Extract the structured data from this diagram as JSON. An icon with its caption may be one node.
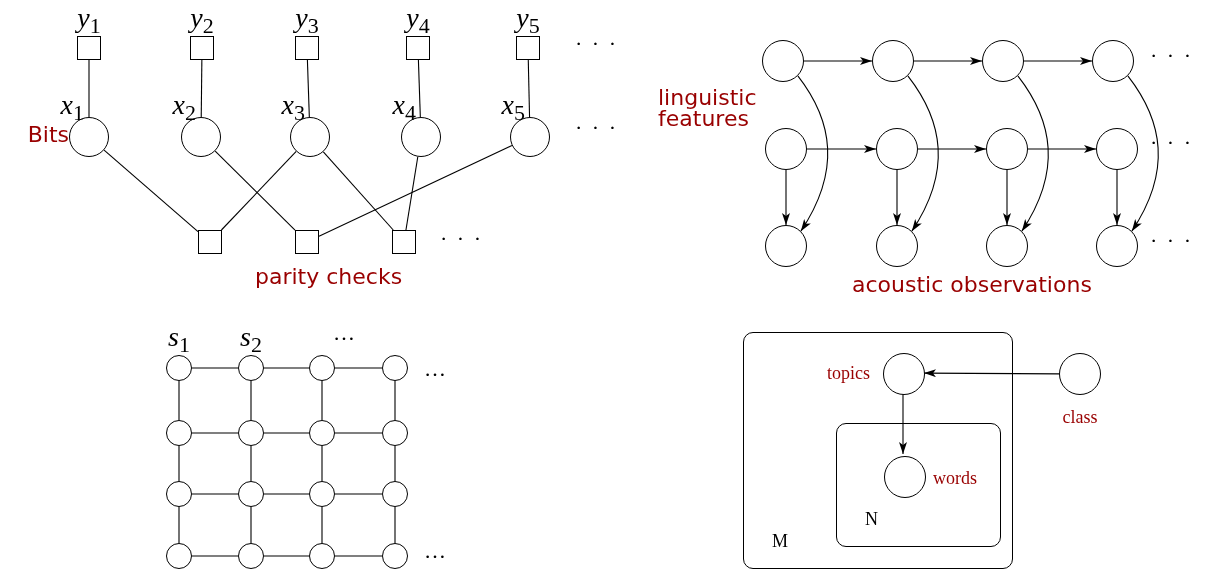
{
  "diagram": {
    "nodes": [
      {
        "text": [],
        "shape": "box",
        "beside": [
          "y$_{1}$"
        ]
      },
      {
        "text": [],
        "shape": "box",
        "beside": [
          "y$_{2}$"
        ]
      },
      {
        "text": [],
        "shape": "box",
        "beside": [
          "y$_{3}$"
        ]
      },
      {
        "text": [],
        "shape": "box",
        "beside": [
          "y$_{4}$"
        ]
      },
      {
        "text": [],
        "shape": "box",
        "beside": [
          "y$_{5}$"
        ]
      },
      {
        "text": [],
        "shape": "circle",
        "beside": [
          "x$_{1}$",
          "Bits"
        ]
      },
      {
        "text": [],
        "shape": "circle",
        "beside": [
          "x$_{2}$"
        ]
      },
      {
        "text": [],
        "shape": "circle",
        "beside": [
          "x$_{3}$"
        ]
      },
      {
        "text": [],
        "shape": "circle",
        "beside": [
          "x$_{4}$"
        ]
      },
      {
        "text": [],
        "shape": "circle",
        "beside": [
          "x$_{5}$"
        ]
      },
      {
        "text": [],
        "shape": "box"
      },
      {
        "text": [],
        "shape": "box"
      },
      {
        "text": [],
        "shape": "box"
      },
      {
        "text": [],
        "shape": "circle"
      },
      {
        "text": [],
        "shape": "circle"
      },
      {
        "text": [],
        "shape": "circle"
      },
      {
        "text": [],
        "shape": "circle"
      },
      {
        "text": [],
        "shape": "circle"
      },
      {
        "text": [],
        "shape": "circle"
      },
      {
        "text": [],
        "shape": "circle"
      },
      {
        "text": [],
        "shape": "circle"
      },
      {
        "text": [],
        "shape": "circle"
      },
      {
        "text": [],
        "shape": "circle"
      },
      {
        "text": [],
        "shape": "circle"
      },
      {
        "text": [],
        "shape": "circle"
      },
      {
        "text": [],
        "shape": "circle",
        "beside": [
          "s$_{1}$"
        ]
      },
      {
        "text": [],
        "shape": "circle",
        "beside": [
          "s$_{2}$"
        ]
      },
      {
        "text": [],
        "shape": "circle"
      },
      {
        "text": [],
        "shape": "circle"
      },
      {
        "text": [],
        "shape": "circle"
      },
      {
        "text": [],
        "shape": "circle"
      },
      {
        "text": [],
        "shape": "circle"
      },
      {
        "text": [],
        "shape": "circle"
      },
      {
        "text": [],
        "shape": "circle"
      },
      {
        "text": [],
        "shape": "circle"
      },
      {
        "text": [],
        "shape": "circle"
      },
      {
        "text": [],
        "shape": "circle"
      },
      {
        "text": [],
        "shape": "circle"
      },
      {
        "text": [],
        "shape": "circle"
      },
      {
        "text": [],
        "shape": "circle"
      },
      {
        "text": [],
        "shape": "circle"
      },
      {
        "text": [
          "M"
        ]
      },
      {
        "text": [],
        "shape": "circle",
        "in": 41,
        "beside": [
          "topics"
        ]
      },
      {
        "text": [
          "N"
        ],
        "in": 41
      },
      {
        "text": [],
        "shape": "circle",
        "in": 43,
        "beside": [
          "words"
        ]
      },
      {
        "text": [],
        "shape": "circle",
        "beside": [
          "class"
        ]
      }
    ],
    "edges": [
      {
        "from": 0,
        "to": 5,
        "arrow": "none"
      },
      {
        "from": 1,
        "to": 6,
        "arrow": "none"
      },
      {
        "from": 2,
        "to": 7,
        "arrow": "none"
      },
      {
        "from": 3,
        "to": 8,
        "arrow": "none"
      },
      {
        "from": 4,
        "to": 9,
        "arrow": "none"
      },
      {
        "from": 5,
        "to": 10,
        "arrow": "none"
      },
      {
        "from": 6,
        "to": 11,
        "arrow": "none"
      },
      {
        "from": 7,
        "to": 10,
        "arrow": "none"
      },
      {
        "from": 7,
        "to": 12,
        "arrow": "none"
      },
      {
        "from": 8,
        "to": 12,
        "arrow": "none"
      },
      {
        "from": 9,
        "to": 11,
        "arrow": "none"
      },
      {
        "from": 13,
        "to": 14,
        "arrow": "to"
      },
      {
        "from": 14,
        "to": 15,
        "arrow": "to"
      },
      {
        "from": 15,
        "to": 16,
        "arrow": "to"
      },
      {
        "from": 17,
        "to": 18,
        "arrow": "to"
      },
      {
        "from": 18,
        "to": 19,
        "arrow": "to"
      },
      {
        "from": 19,
        "to": 20,
        "arrow": "to"
      },
      {
        "from": 17,
        "to": 21,
        "arrow": "to"
      },
      {
        "from": 18,
        "to": 22,
        "arrow": "to"
      },
      {
        "from": 19,
        "to": 23,
        "arrow": "to"
      },
      {
        "from": 20,
        "to": 24,
        "arrow": "to"
      },
      {
        "from": 13,
        "to": 21,
        "arrow": "to"
      },
      {
        "from": 14,
        "to": 22,
        "arrow": "to"
      },
      {
        "from": 15,
        "to": 23,
        "arrow": "to"
      },
      {
        "from": 16,
        "to": 24,
        "arrow": "to"
      },
      {
        "from": 25,
        "to": 26,
        "arrow": "none"
      },
      {
        "from": 26,
        "to": 27,
        "arrow": "none"
      },
      {
        "from": 27,
        "to": 28,
        "arrow": "none"
      },
      {
        "from": 29,
        "to": 30,
        "arrow": "none"
      },
      {
        "from": 30,
        "to": 31,
        "arrow": "none"
      },
      {
        "from": 31,
        "to": 32,
        "arrow": "none"
      },
      {
        "from": 33,
        "to": 34,
        "arrow": "none"
      },
      {
        "from": 34,
        "to": 35,
        "arrow": "none"
      },
      {
        "from": 35,
        "to": 36,
        "arrow": "none"
      },
      {
        "from": 37,
        "to": 38,
        "arrow": "none"
      },
      {
        "from": 38,
        "to": 39,
        "arrow": "none"
      },
      {
        "from": 39,
        "to": 40,
        "arrow": "none"
      },
      {
        "from": 25,
        "to": 29,
        "arrow": "none"
      },
      {
        "from": 29,
        "to": 33,
        "arrow": "none"
      },
      {
        "from": 33,
        "to": 37,
        "arrow": "none"
      },
      {
        "from": 26,
        "to": 30,
        "arrow": "none"
      },
      {
        "from": 30,
        "to": 34,
        "arrow": "none"
      },
      {
        "from": 34,
        "to": 38,
        "arrow": "none"
      },
      {
        "from": 27,
        "to": 31,
        "arrow": "none"
      },
      {
        "from": 31,
        "to": 35,
        "arrow": "none"
      },
      {
        "from": 35,
        "to": 39,
        "arrow": "none"
      },
      {
        "from": 28,
        "to": 32,
        "arrow": "none"
      },
      {
        "from": 32,
        "to": 36,
        "arrow": "none"
      },
      {
        "from": 36,
        "to": 40,
        "arrow": "none"
      },
      {
        "from": 45,
        "to": 42,
        "arrow": "to"
      },
      {
        "from": 42,
        "to": 44,
        "arrow": "to"
      }
    ],
    "labels": [
      "· · ·",
      "· · ·",
      "· · ·",
      "parity checks",
      "· · ·",
      "linguistic features",
      "· · ·",
      "· · ·",
      "acoustic observations",
      "…",
      "…",
      "…"
    ]
  }
}
